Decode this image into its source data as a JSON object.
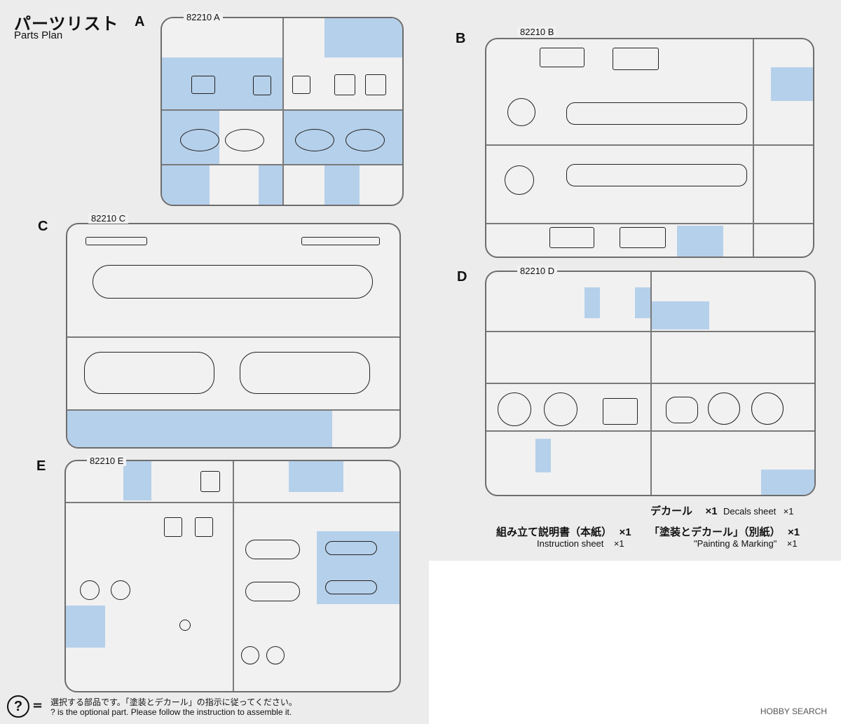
{
  "header": {
    "title_jp": "パーツリスト",
    "title_en": "Parts Plan"
  },
  "sprues": {
    "A": {
      "letter": "A",
      "code": "82210 A"
    },
    "B": {
      "letter": "B",
      "code": "82210 B"
    },
    "C": {
      "letter": "C",
      "code": "82210 C"
    },
    "D": {
      "letter": "D",
      "code": "82210 D"
    },
    "E": {
      "letter": "E",
      "code": "82210 E"
    }
  },
  "legend": {
    "decal_jp": "デカール",
    "decal_qty": "×1",
    "decal_en": "Decals sheet",
    "decal_en_qty": "×1",
    "instruction_jp": "組み立て説明書（本紙）",
    "instruction_qty": "×1",
    "instruction_en": "Instruction sheet",
    "instruction_en_qty": "×1",
    "painting_jp": "「塗装とデカール」（別紙）",
    "painting_qty": "×1",
    "painting_en": "\"Painting & Marking\"",
    "painting_en_qty": "×1"
  },
  "footer": {
    "symbol": "?",
    "equals": "=",
    "note_jp": "選択する部品です。「塗装とデカール」の指示に従ってください。",
    "note_en": "? is the optional part. Please follow the instruction to assemble it."
  },
  "watermark": {
    "brand": "HOBBY SEARCH"
  }
}
